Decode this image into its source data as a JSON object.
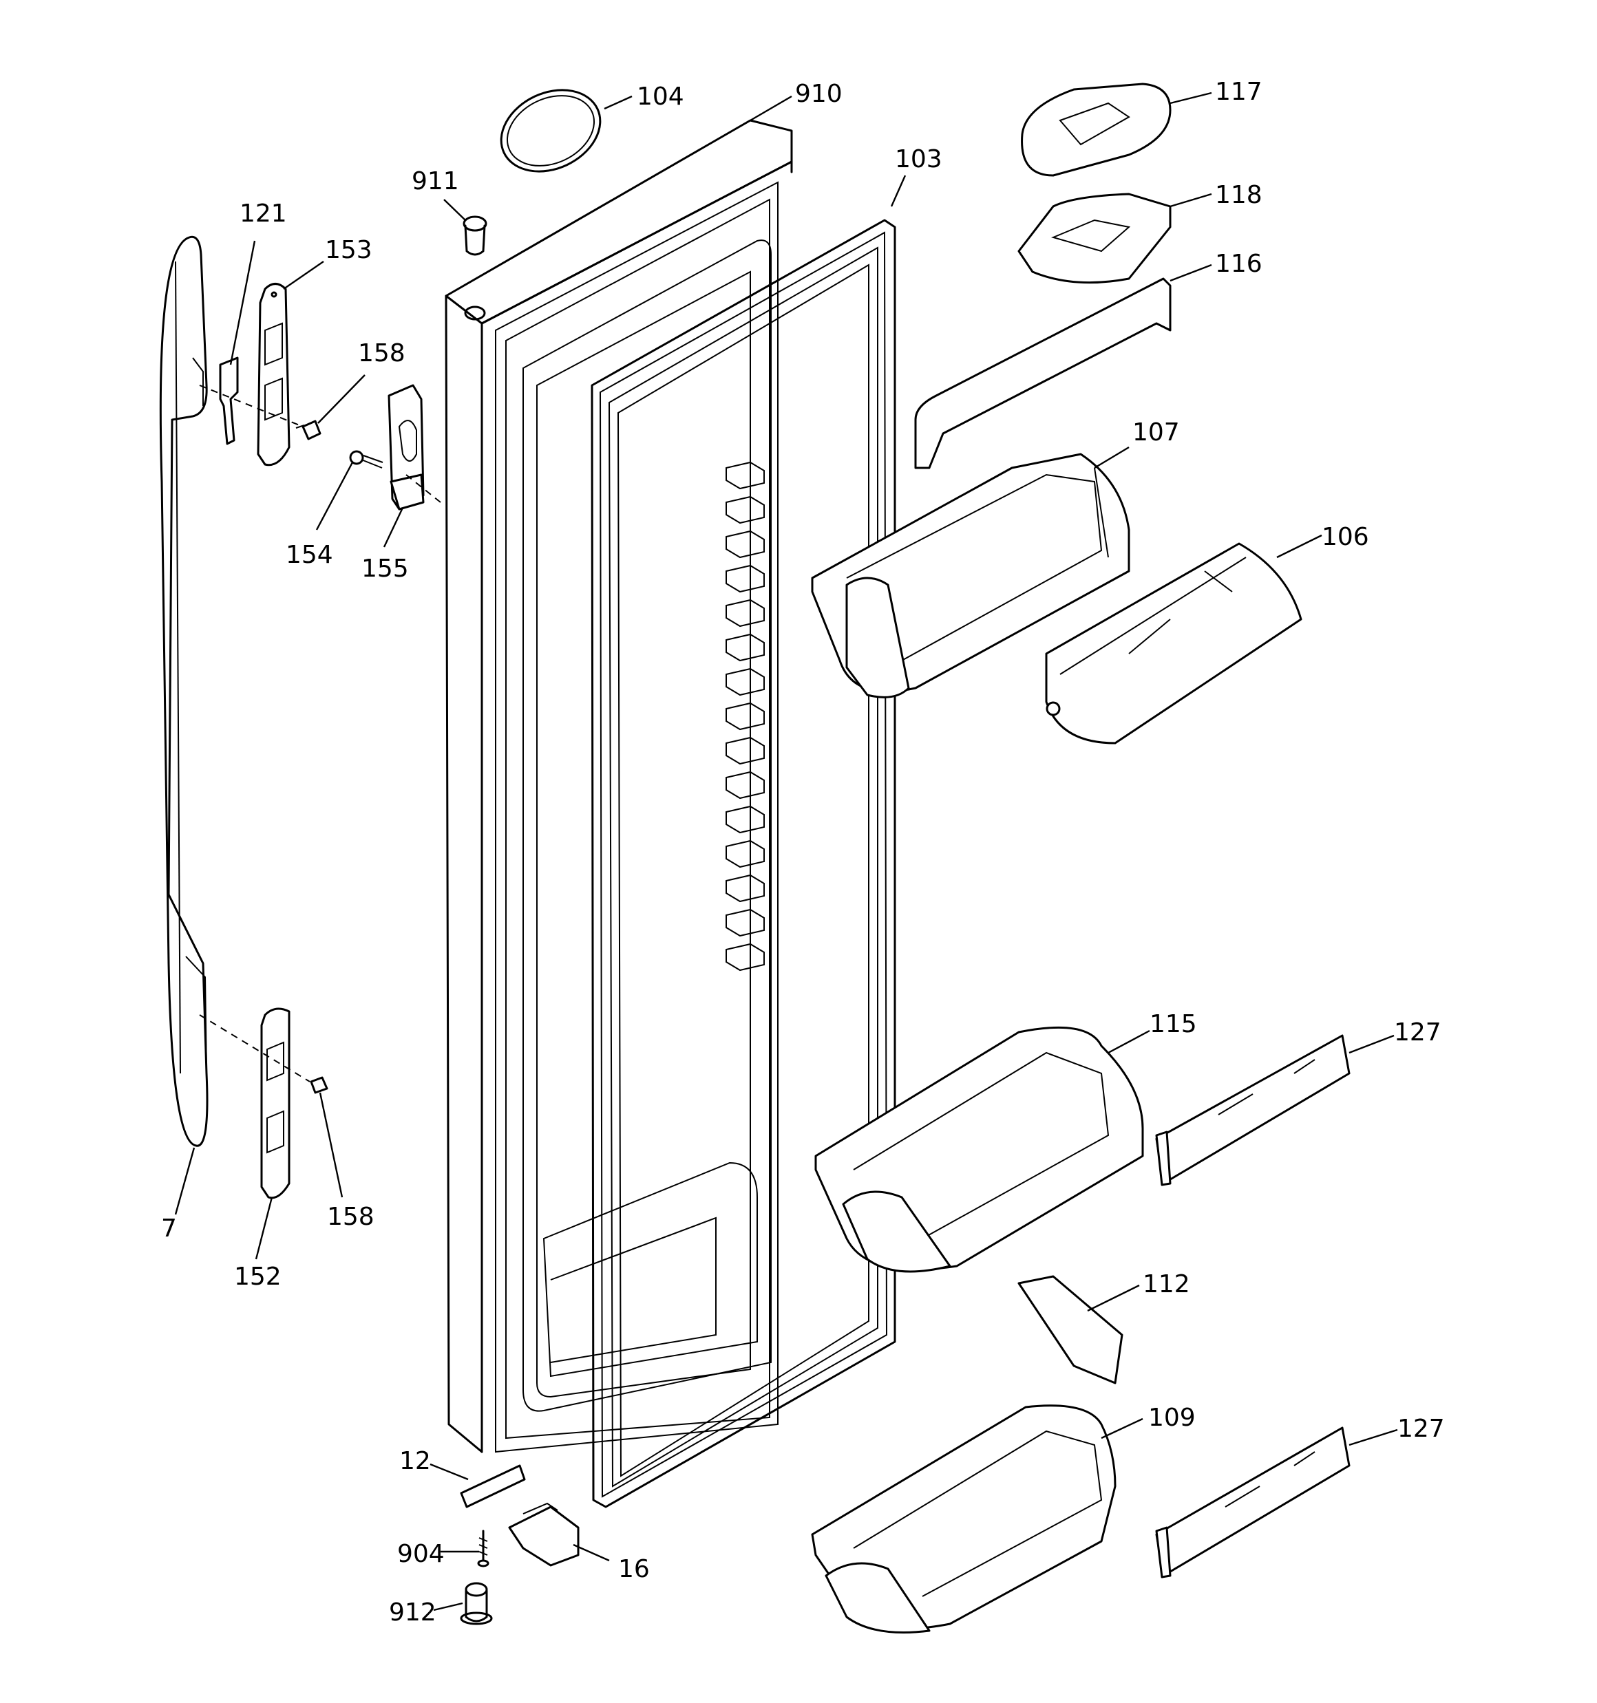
{
  "labels": {
    "p104": "104",
    "p910": "910",
    "p117": "117",
    "p911": "911",
    "p103": "103",
    "p118": "118",
    "p121": "121",
    "p153": "153",
    "p116": "116",
    "p158a": "158",
    "p107": "107",
    "p106": "106",
    "p154": "154",
    "p155": "155",
    "p115": "115",
    "p127a": "127",
    "p7": "7",
    "p158b": "158",
    "p152": "152",
    "p112": "112",
    "p109": "109",
    "p12": "12",
    "p127b": "127",
    "p904": "904",
    "p16": "16",
    "p912": "912"
  }
}
